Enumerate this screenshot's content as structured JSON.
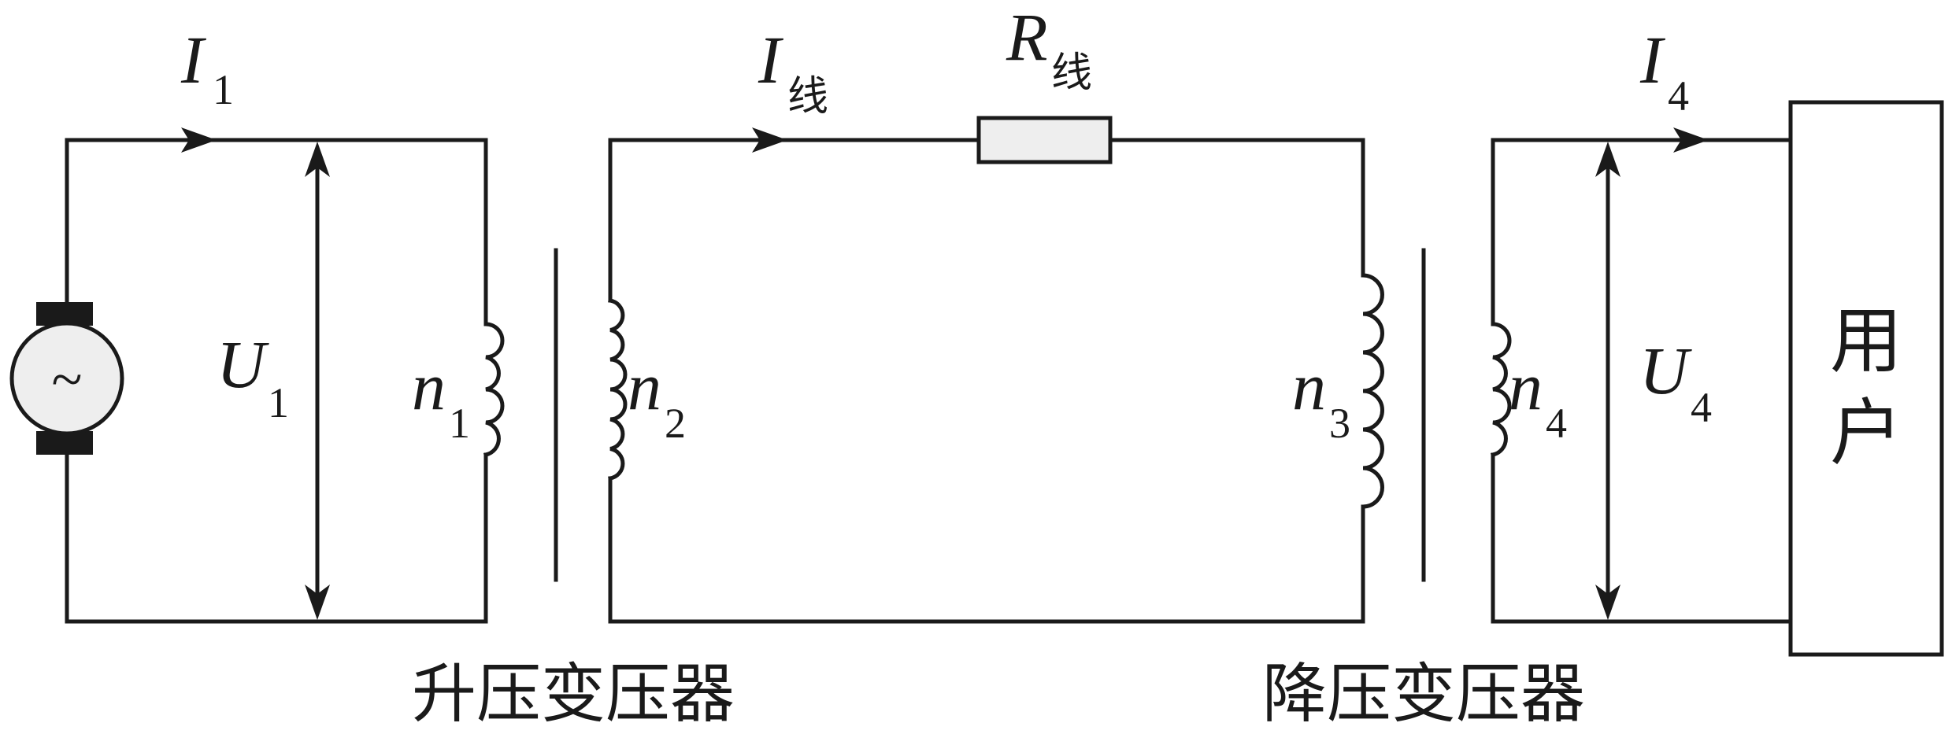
{
  "labels": {
    "i1": "I",
    "i1_sub": "1",
    "iline": "I",
    "iline_sub": "线",
    "rline": "R",
    "rline_sub": "线",
    "i4": "I",
    "i4_sub": "4",
    "u1": "U",
    "u1_sub": "1",
    "u4": "U",
    "u4_sub": "4",
    "n1": "n",
    "n1_sub": "1",
    "n2": "n",
    "n2_sub": "2",
    "n3": "n",
    "n3_sub": "3",
    "n4": "n",
    "n4_sub": "4",
    "user_1": "用",
    "user_2": "户",
    "step_up": "升压变压器",
    "step_down": "降压变压器",
    "generator_symbol": "~"
  },
  "colors": {
    "line": "#1a1a1a",
    "component_fill": "#eeeeee"
  },
  "icons": {
    "generator": "ac-generator-icon",
    "resistor": "resistor-icon"
  }
}
